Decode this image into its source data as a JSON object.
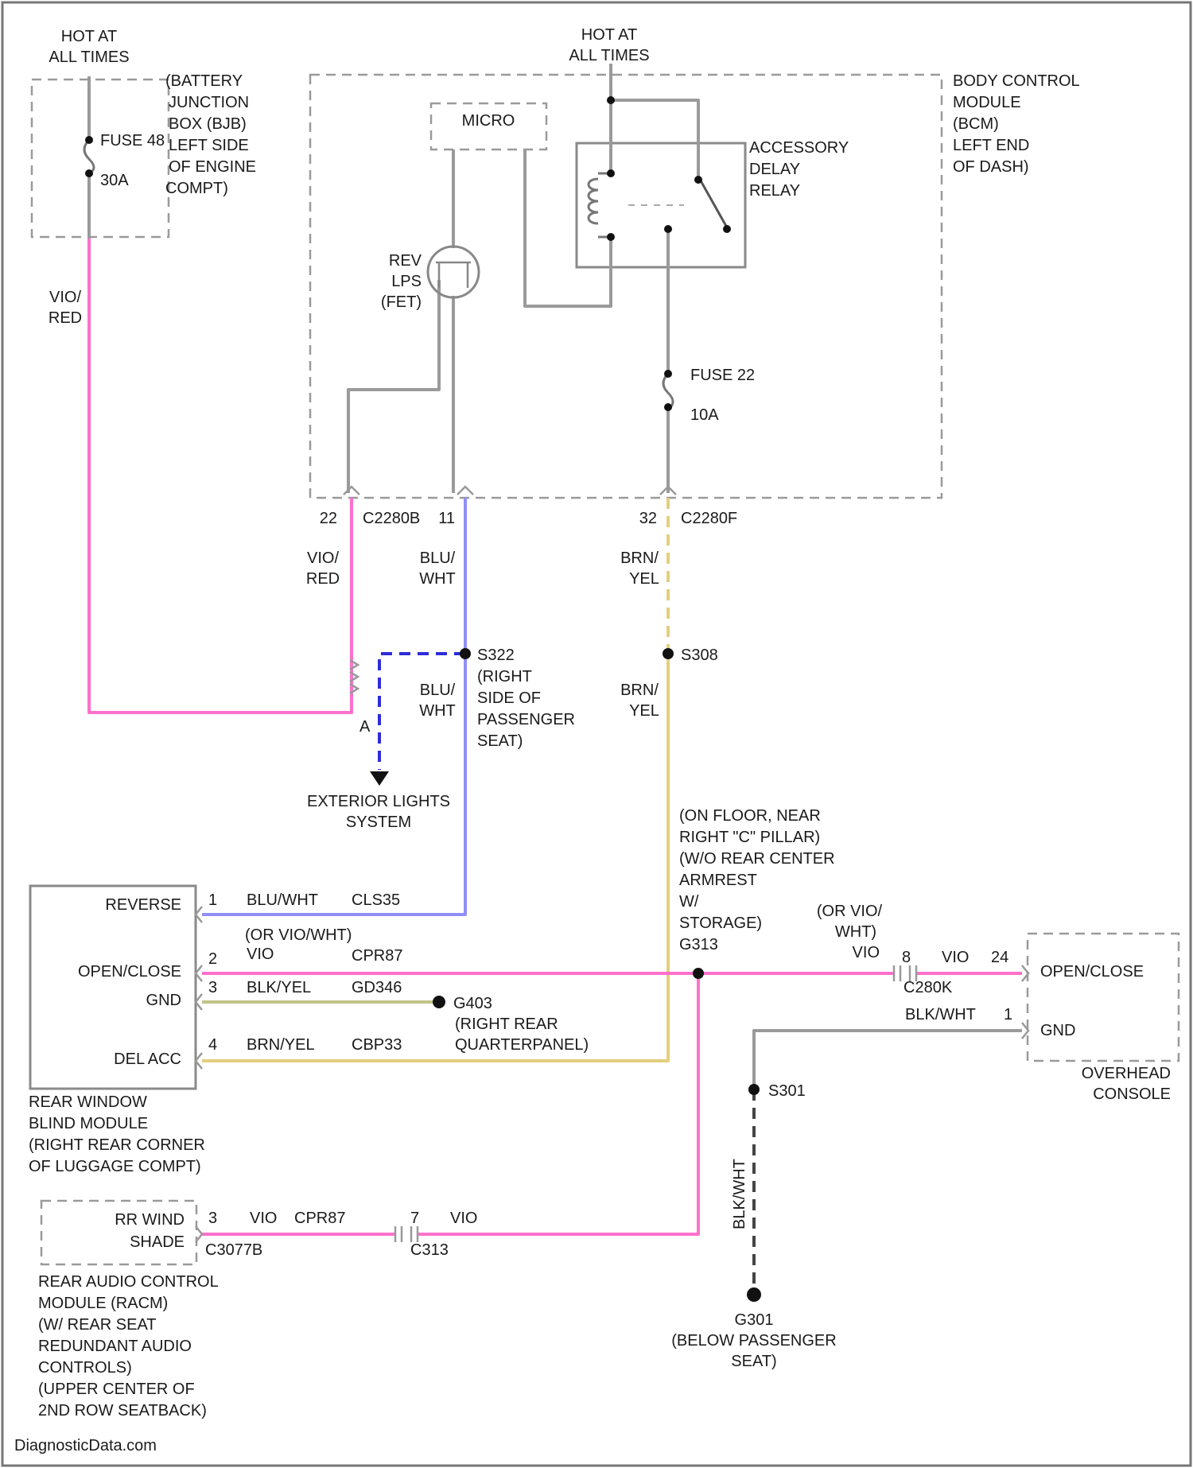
{
  "colors": {
    "pink": "#ff70cc",
    "blue": "#8f8ff5",
    "blue_dash": "#2d2dd8",
    "yellow": "#e3cf7e",
    "olive": "#c3c38a",
    "gray": "#9a9a9a",
    "dark_dash": "#444444"
  },
  "hot_left": [
    "HOT AT",
    "ALL TIMES"
  ],
  "hot_center": [
    "HOT AT",
    "ALL TIMES"
  ],
  "bjb": {
    "label": [
      "(BATTERY",
      "JUNCTION",
      "BOX (BJB)",
      "LEFT SIDE",
      "OF ENGINE",
      "COMPT)"
    ],
    "fuse": "FUSE 48",
    "amps": "30A"
  },
  "bcm": {
    "label": [
      "BODY CONTROL",
      "MODULE",
      "(BCM)",
      "LEFT END",
      "OF DASH)"
    ],
    "micro": "MICRO",
    "fet": [
      "REV",
      "LPS",
      "(FET)"
    ],
    "relay": [
      "ACCESSORY",
      "DELAY",
      "RELAY"
    ],
    "fuse": "FUSE 22",
    "amps": "10A",
    "pin_22": "22",
    "conn_c2280b": "C2280B",
    "pin_11": "11",
    "pin_32": "32",
    "conn_c2280f": "C2280F"
  },
  "wires": {
    "vio_red_left": [
      "VIO/",
      "RED"
    ],
    "vio_red_center": [
      "VIO/",
      "RED"
    ],
    "blu_wht_1": [
      "BLU/",
      "WHT"
    ],
    "blu_wht_2": [
      "BLU/",
      "WHT"
    ],
    "brn_yel_1": [
      "BRN/",
      "YEL"
    ],
    "brn_yel_2": [
      "BRN/",
      "YEL"
    ],
    "blk_wht_vertical": "BLK/WHT"
  },
  "splices": {
    "s322": [
      "S322",
      "(RIGHT",
      "SIDE OF",
      "PASSENGER",
      "SEAT)"
    ],
    "s308": "S308",
    "g313_note": [
      "(ON FLOOR, NEAR",
      "RIGHT \"C\" PILLAR)",
      "(W/O REAR CENTER",
      "ARMREST",
      "W/",
      "STORAGE)",
      "G313"
    ],
    "g403": [
      "G403",
      "(RIGHT REAR",
      "QUARTERPANEL)"
    ],
    "s301": "S301",
    "g301": [
      "G301",
      "(BELOW PASSENGER",
      "SEAT)"
    ]
  },
  "exterior": {
    "pin": "A",
    "label": [
      "EXTERIOR LIGHTS",
      "SYSTEM"
    ]
  },
  "rwbm": {
    "pins": [
      {
        "num": "1",
        "label": "REVERSE",
        "color": "BLU/WHT",
        "circuit": "CLS35"
      },
      {
        "num": "2",
        "label": "OPEN/CLOSE",
        "color": "VIO",
        "circuit": "CPR87"
      },
      {
        "num": "3",
        "label": "GND",
        "color": "BLK/YEL",
        "circuit": "GD346"
      },
      {
        "num": "4",
        "label": "DEL ACC",
        "color": "BRN/YEL",
        "circuit": "CBP33"
      }
    ],
    "alt_color": "(OR VIO/WHT)",
    "label": [
      "REAR WINDOW",
      "BLIND MODULE",
      "(RIGHT REAR CORNER",
      "OF LUGGAGE COMPT)"
    ]
  },
  "overhead": {
    "alt": [
      "(OR VIO/",
      "WHT)"
    ],
    "vio": "VIO",
    "pin_8": "8",
    "vio_2": "VIO",
    "pin_24": "24",
    "conn": "C280K",
    "openclose": "OPEN/CLOSE",
    "blk_wht": "BLK/WHT",
    "pin_1": "1",
    "gnd": "GND",
    "label": [
      "OVERHEAD",
      "CONSOLE"
    ]
  },
  "racm": {
    "rr_wind": [
      "RR WIND",
      "SHADE"
    ],
    "pin_3": "3",
    "vio": "VIO",
    "circuit": "CPR87",
    "conn_c3077b": "C3077B",
    "pin_7": "7",
    "vio_2": "VIO",
    "conn_c313": "C313",
    "label": [
      "REAR AUDIO CONTROL",
      "MODULE (RACM)",
      "(W/ REAR SEAT",
      "REDUNDANT AUDIO",
      "CONTROLS)",
      "(UPPER CENTER OF",
      "2ND ROW SEATBACK)"
    ]
  },
  "watermark": "DiagnosticData.com"
}
